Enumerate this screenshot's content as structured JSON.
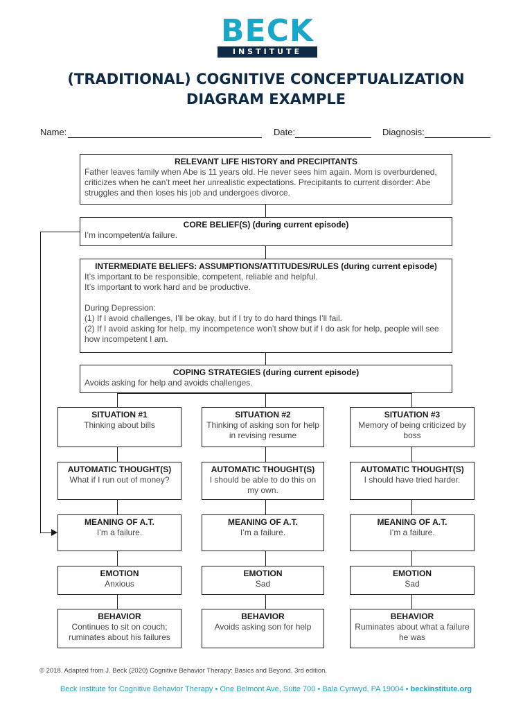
{
  "logo": {
    "top": "BECK",
    "bottom": "INSTITUTE"
  },
  "title": {
    "line1": "(TRADITIONAL) COGNITIVE CONCEPTUALIZATION",
    "line2": "DIAGRAM EXAMPLE"
  },
  "form": {
    "name_label": "Name:",
    "date_label": "Date:",
    "diagnosis_label": "Diagnosis:"
  },
  "life_history": {
    "heading": "RELEVANT LIFE HISTORY and PRECIPITANTS",
    "text": "Father leaves family when Abe is 11 years old. He never sees him again. Mom is overburdened, criticizes when he can’t meet her unrealistic expectations. Precipitants to current disorder: Abe struggles and then loses his job and undergoes divorce."
  },
  "core_beliefs": {
    "heading": "CORE BELIEF(S) (during current episode)",
    "text": "I’m incompetent/a failure."
  },
  "intermediate_beliefs": {
    "heading": "INTERMEDIATE BELIEFS: ASSUMPTIONS/ATTITUDES/RULES (during current episode)",
    "text": "It’s important to be responsible, competent, reliable and helpful.\nIt’s important to work hard and be productive.\n\nDuring Depression:\n(1) If I avoid challenges, I’ll be okay, but if I try to do hard things I’ll fail.\n(2) If I avoid asking for help, my incompetence won’t show but if I do ask for help, people will see how incompetent I am."
  },
  "coping": {
    "heading": "COPING STRATEGIES (during current episode)",
    "text": "Avoids asking for help and avoids challenges."
  },
  "columns": [
    {
      "situation": {
        "heading": "SITUATION #1",
        "text": "Thinking about bills"
      },
      "thought": {
        "heading": "AUTOMATIC THOUGHT(S)",
        "text": "What if I run out of money?"
      },
      "meaning": {
        "heading": "MEANING OF A.T.",
        "text": "I’m a failure."
      },
      "emotion": {
        "heading": "EMOTION",
        "text": "Anxious"
      },
      "behavior": {
        "heading": "BEHAVIOR",
        "text": "Continues to sit on couch; ruminates about his failures"
      }
    },
    {
      "situation": {
        "heading": "SITUATION #2",
        "text": "Thinking of asking son for help in revising resume"
      },
      "thought": {
        "heading": "AUTOMATIC THOUGHT(S)",
        "text": "I should be able to do this on my own."
      },
      "meaning": {
        "heading": "MEANING OF A.T.",
        "text": "I’m a failure."
      },
      "emotion": {
        "heading": "EMOTION",
        "text": "Sad"
      },
      "behavior": {
        "heading": "BEHAVIOR",
        "text": "Avoids asking son for help"
      }
    },
    {
      "situation": {
        "heading": "SITUATION #3",
        "text": "Memory of being criticized by boss"
      },
      "thought": {
        "heading": "AUTOMATIC THOUGHT(S)",
        "text": "I should have tried harder."
      },
      "meaning": {
        "heading": "MEANING OF A.T.",
        "text": "I’m a failure."
      },
      "emotion": {
        "heading": "EMOTION",
        "text": "Sad"
      },
      "behavior": {
        "heading": "BEHAVIOR",
        "text": "Ruminates about what a failure he was"
      }
    }
  ],
  "footer": {
    "copyright": "© 2018. Adapted from J. Beck (2020) Cognitive Behavior Therapy: Basics and Beyond, 3rd edition.",
    "address": "Beck Institute for Cognitive Behavior Therapy • One Belmont Ave, Suite 700 • Bala Cynwyd, PA 19004 • ",
    "url": "beckinstitute.org"
  },
  "colors": {
    "brand_cyan": "#1aa6c9",
    "brand_navy": "#0e2a47"
  }
}
